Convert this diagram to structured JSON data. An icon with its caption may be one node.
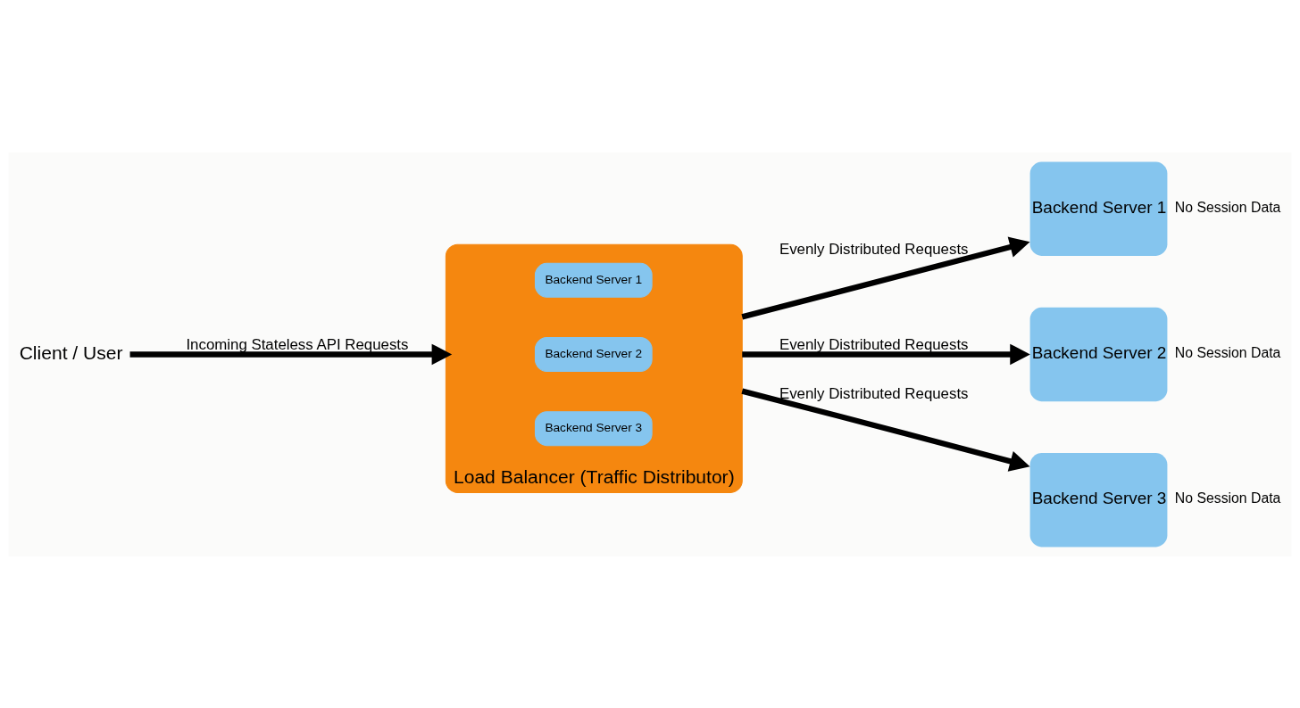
{
  "diagram": {
    "nodes": [
      {
        "text": [
          "Client / User"
        ]
      },
      {
        "text": [
          "Load Balancer (Traffic Distributor)"
        ]
      },
      {
        "text": [
          "Backend Server 1"
        ],
        "in": 1
      },
      {
        "text": [
          "Backend Server 2"
        ],
        "in": 1
      },
      {
        "text": [
          "Backend Server 3"
        ],
        "in": 1
      },
      {
        "text": [
          "Backend Server 1"
        ],
        "beside": [
          "No Session Data"
        ]
      },
      {
        "text": [
          "Backend Server 2"
        ],
        "beside": [
          "No Session Data"
        ]
      },
      {
        "text": [
          "Backend Server 3"
        ],
        "beside": [
          "No Session Data"
        ]
      }
    ],
    "edges": [
      {
        "from": 0,
        "to": 1,
        "arrow": "to",
        "label": "Incoming Stateless API Requests"
      },
      {
        "from": 1,
        "to": 5,
        "arrow": "to",
        "label": "Evenly Distributed Requests"
      },
      {
        "from": 1,
        "to": 6,
        "arrow": "to",
        "label": "Evenly Distributed Requests"
      },
      {
        "from": 1,
        "to": 7,
        "arrow": "to",
        "label": "Evenly Distributed Requests"
      }
    ]
  }
}
